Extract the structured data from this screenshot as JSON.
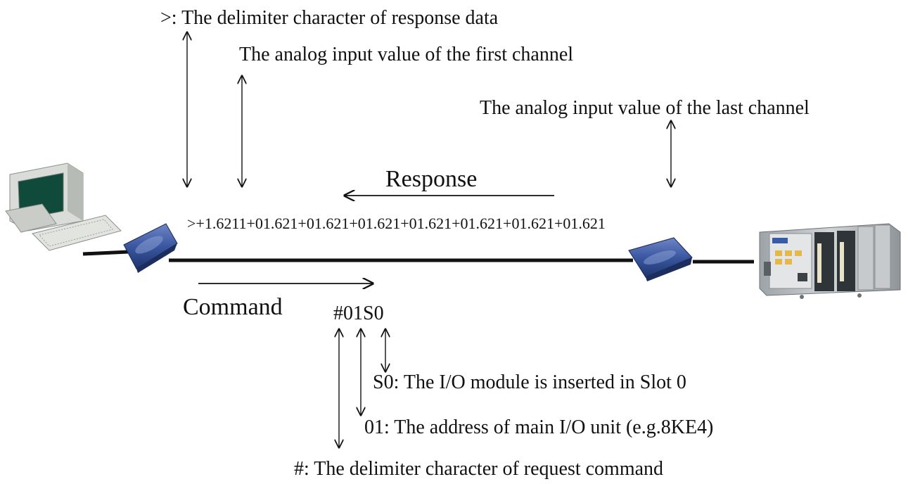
{
  "annotations": {
    "response_delimiter": ">: The delimiter character of response data",
    "first_channel": "The analog input value of the first channel",
    "last_channel": "The analog input value of the last channel",
    "slot": "S0: The I/O module is inserted in Slot 0",
    "address": "01: The address of main I/O unit (e.g.8KE4)",
    "request_delimiter": "#: The delimiter character of request command"
  },
  "flow": {
    "response_label": "Response",
    "command_label": "Command",
    "response_data": ">+1.6211+01.621+01.621+01.621+01.621+01.621+01.621+01.621",
    "command_string": "#01S0"
  },
  "devices": {
    "pc_icon": "desktop-computer-icon",
    "converter_icon": "serial-converter-icon",
    "io_unit_icon": "io-unit-rack-icon",
    "converter_color": "#2e4a8e",
    "io_unit_color": "#b8bcc0"
  }
}
